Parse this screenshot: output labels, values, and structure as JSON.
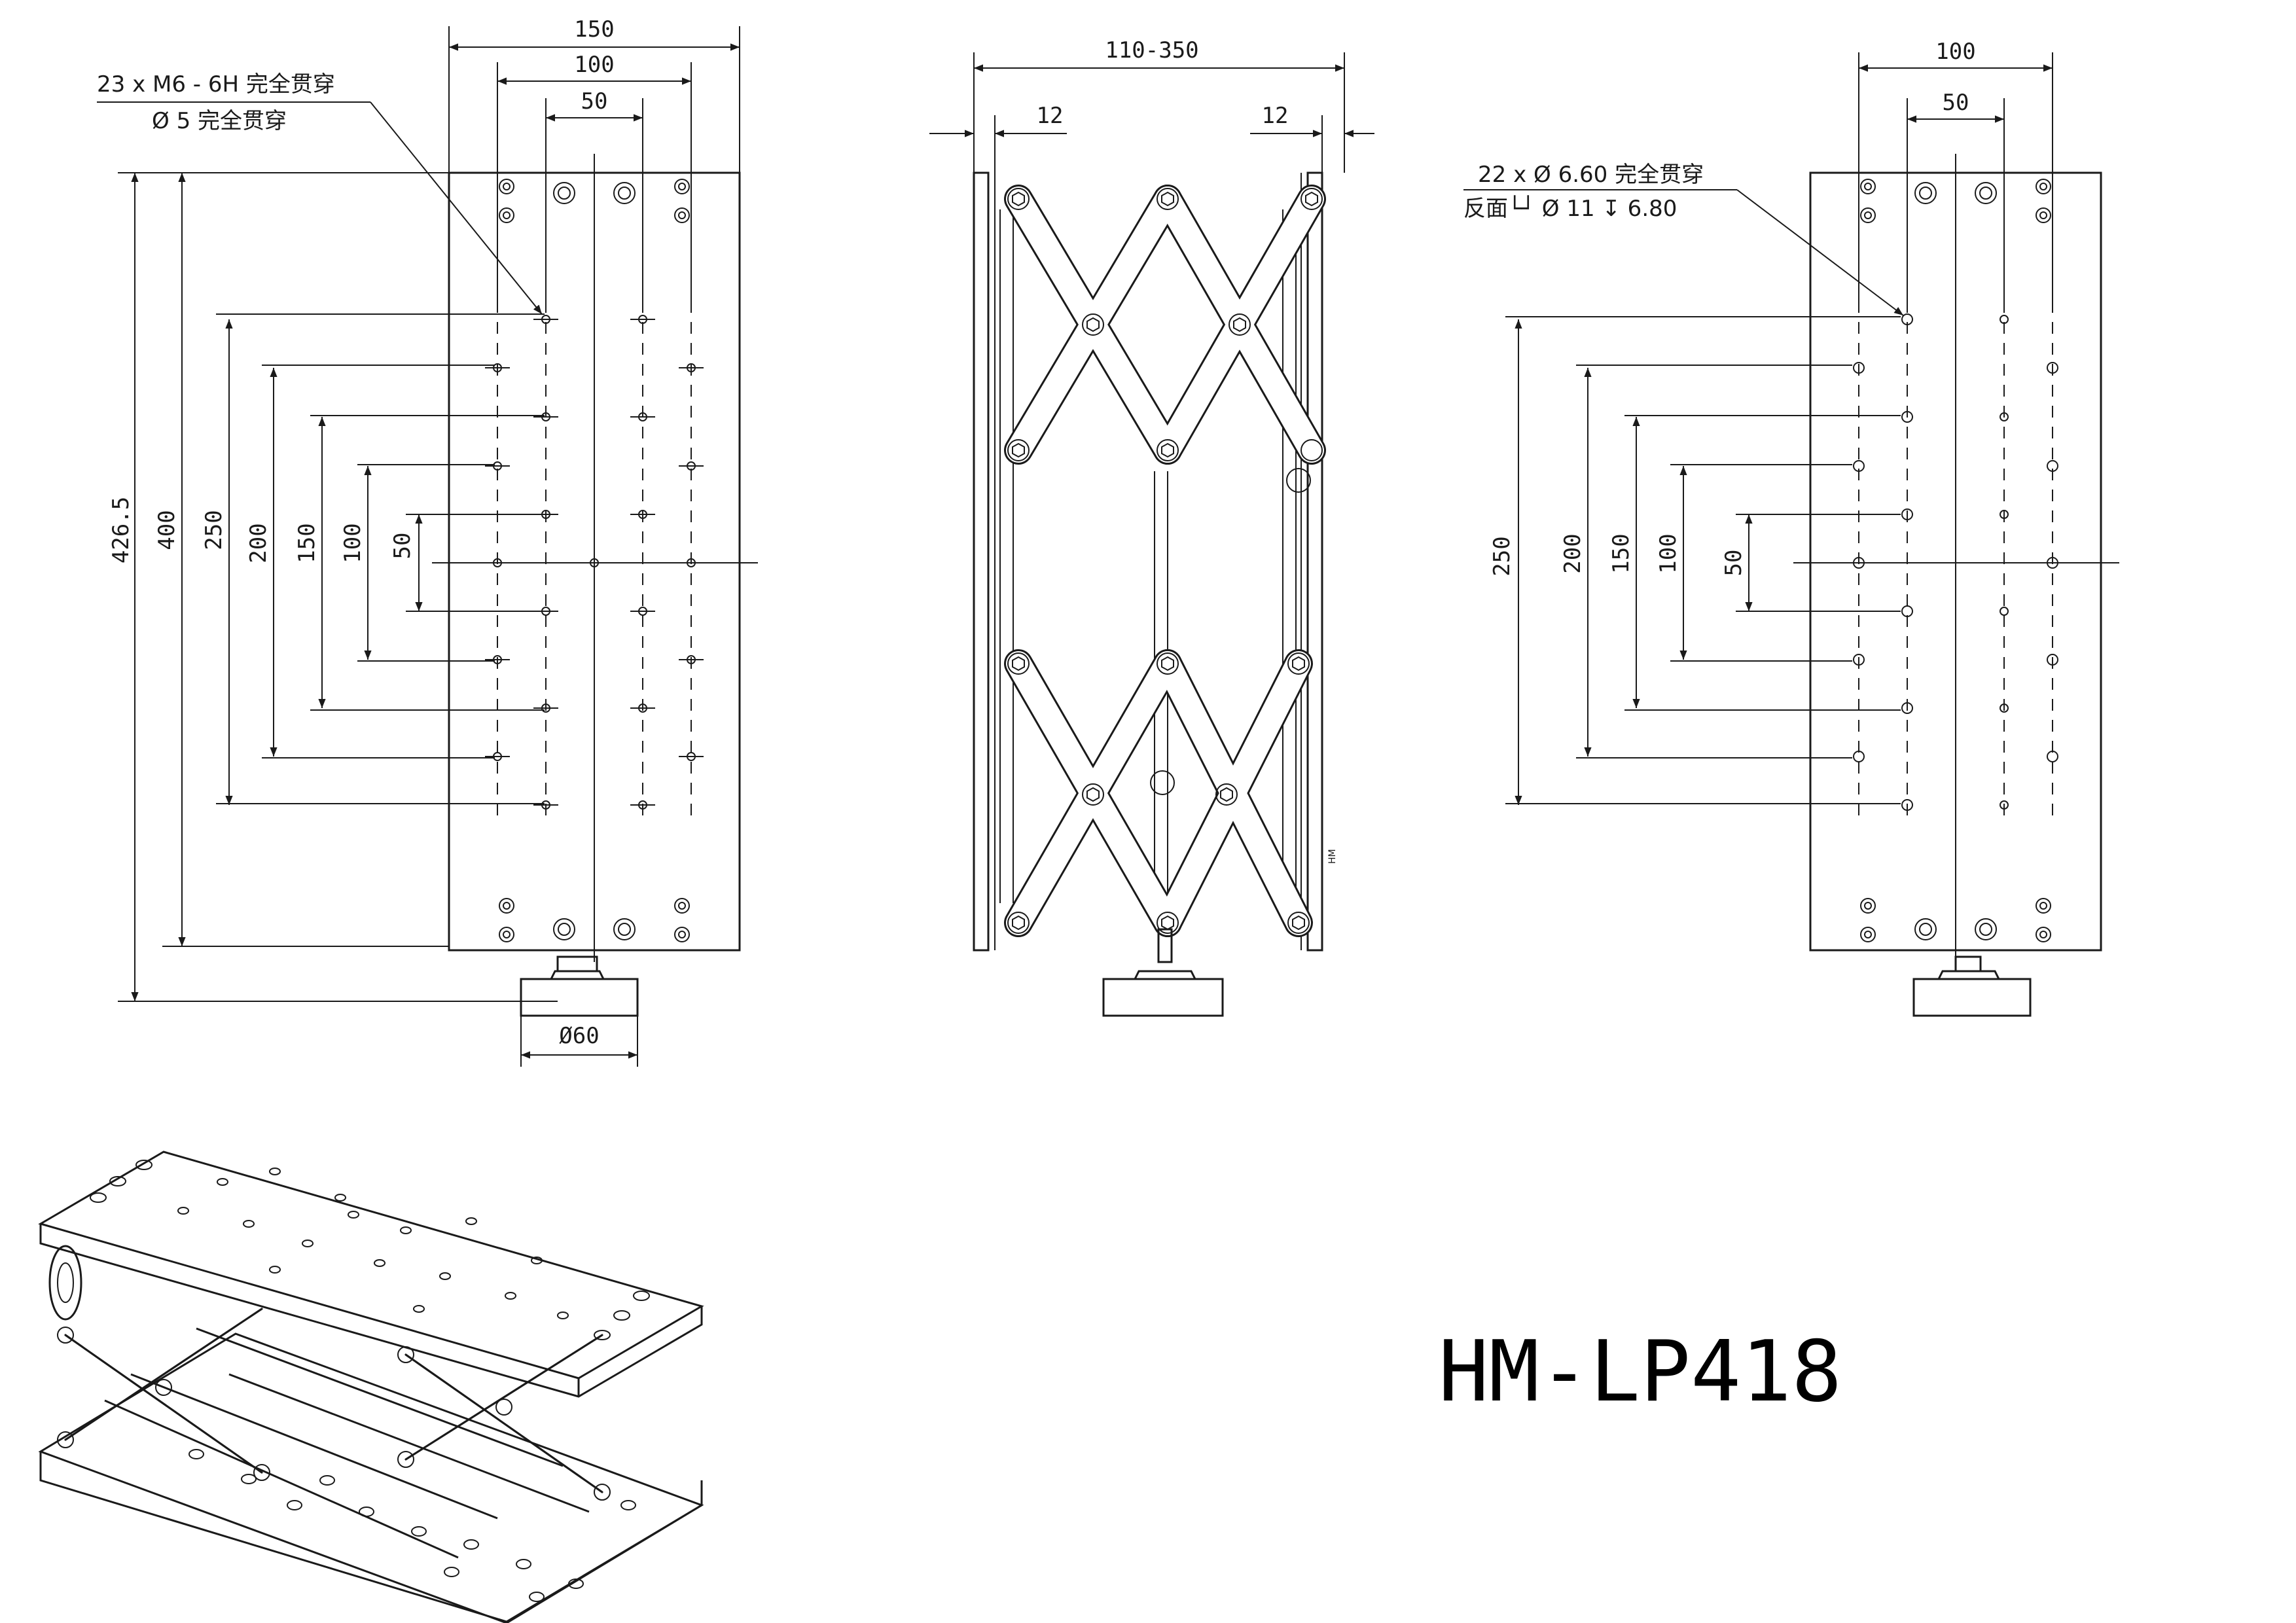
{
  "model_label": "HM-LP418",
  "front_view": {
    "top_dims": [
      "150",
      "100",
      "50"
    ],
    "note_line1": "23 x  M6 - 6H 完全贯穿",
    "note_line2": "Ø 5 完全贯穿",
    "vert_dims": [
      "426.5",
      "400",
      "250",
      "200",
      "150",
      "100",
      "50"
    ],
    "foot_dim": "Ø60"
  },
  "side_view": {
    "width_dim": "110-350",
    "left_dim": "12",
    "right_dim": "12",
    "stamp": "HM"
  },
  "back_view": {
    "top_dims": [
      "100",
      "50"
    ],
    "note_line1": "22 x  Ø 6.60 完全贯穿",
    "note_line2": "反面└┘ Ø 11 ↧ 6.80",
    "vert_dims": [
      "250",
      "200",
      "150",
      "100",
      "50"
    ]
  }
}
